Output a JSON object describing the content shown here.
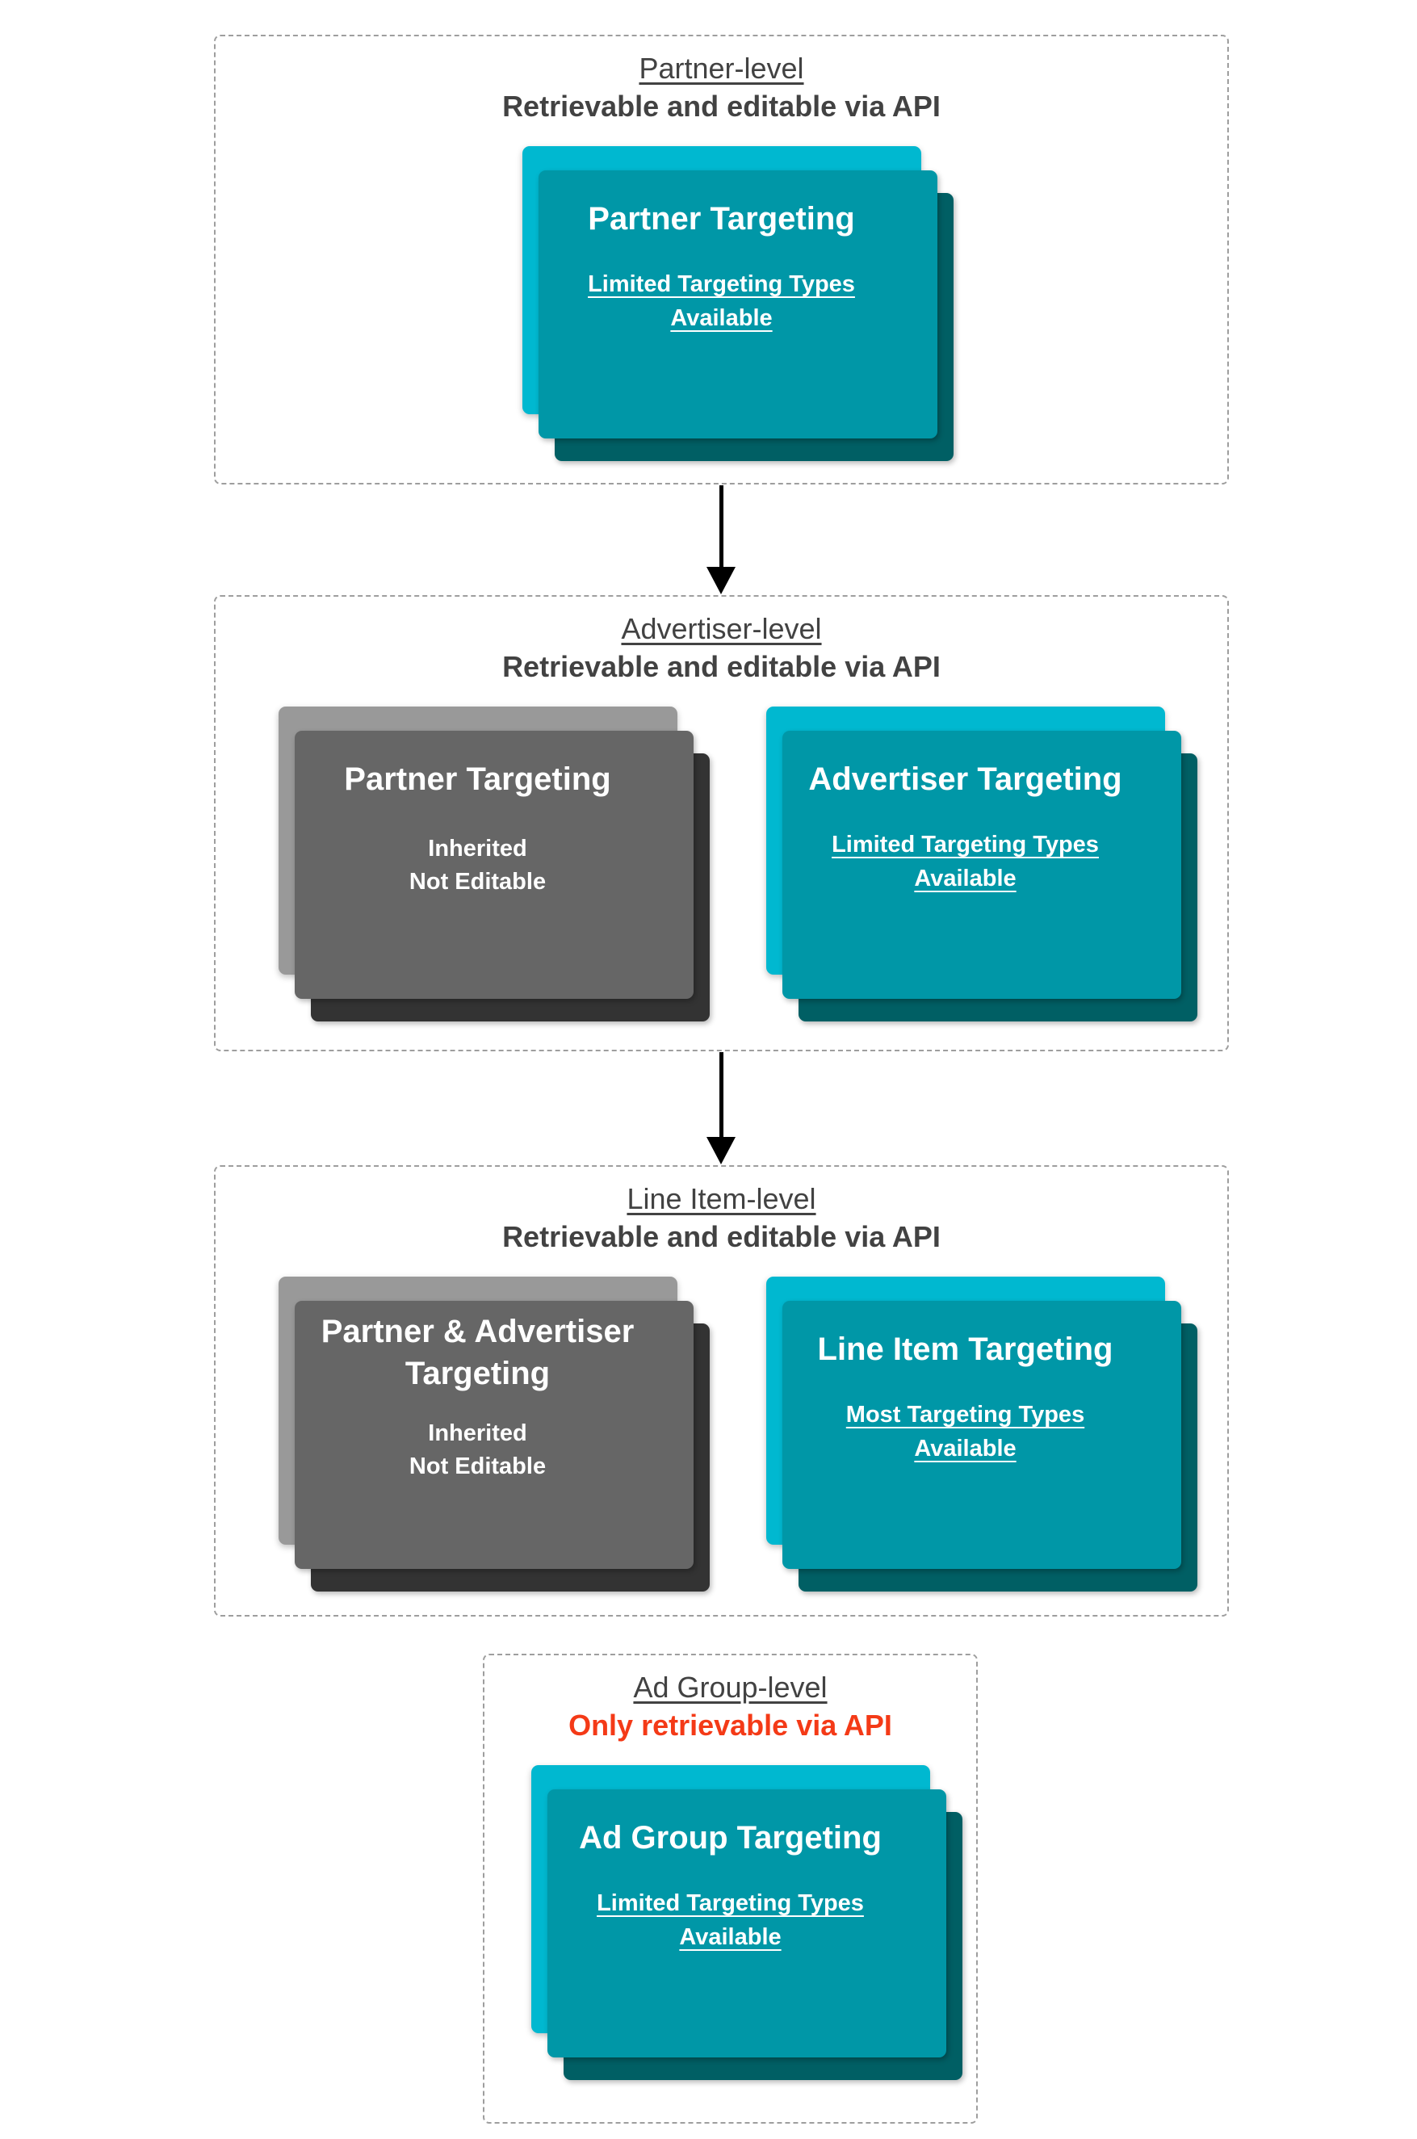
{
  "colors": {
    "card_cyan": "#00b8d0",
    "card_cyan_mid": "#0097a7",
    "card_cyan_back": "#005f64",
    "card_gray": "#999999",
    "card_gray_mid": "#666666",
    "card_gray_back": "#333333",
    "heading": "#424242",
    "alert_red": "#f43a17",
    "border_dashed": "#9e9e9e"
  },
  "sections": [
    {
      "title": "Partner-level",
      "subtitle": "Retrievable and editable via API",
      "cards": [
        {
          "style": "cyan",
          "title": "Partner Targeting",
          "note": "Limited Targeting Types Available"
        }
      ]
    },
    {
      "title": "Advertiser-level",
      "subtitle": "Retrievable and editable via API",
      "cards": [
        {
          "style": "gray",
          "title": "Partner Targeting",
          "note_lines": [
            "Inherited",
            "Not Editable"
          ]
        },
        {
          "style": "cyan",
          "title": "Advertiser Targeting",
          "note": "Limited Targeting Types Available"
        }
      ]
    },
    {
      "title": "Line Item-level",
      "subtitle": "Retrievable and editable via API",
      "cards": [
        {
          "style": "gray",
          "title": "Partner & Advertiser Targeting",
          "note_lines": [
            "Inherited",
            "Not Editable"
          ]
        },
        {
          "style": "cyan",
          "title": "Line Item Targeting",
          "note": "Most Targeting Types Available"
        }
      ]
    },
    {
      "title": "Ad Group-level",
      "subtitle": "Only retrievable via API",
      "cards": [
        {
          "style": "cyan",
          "title": "Ad Group Targeting",
          "note": "Limited Targeting Types Available"
        }
      ]
    }
  ]
}
